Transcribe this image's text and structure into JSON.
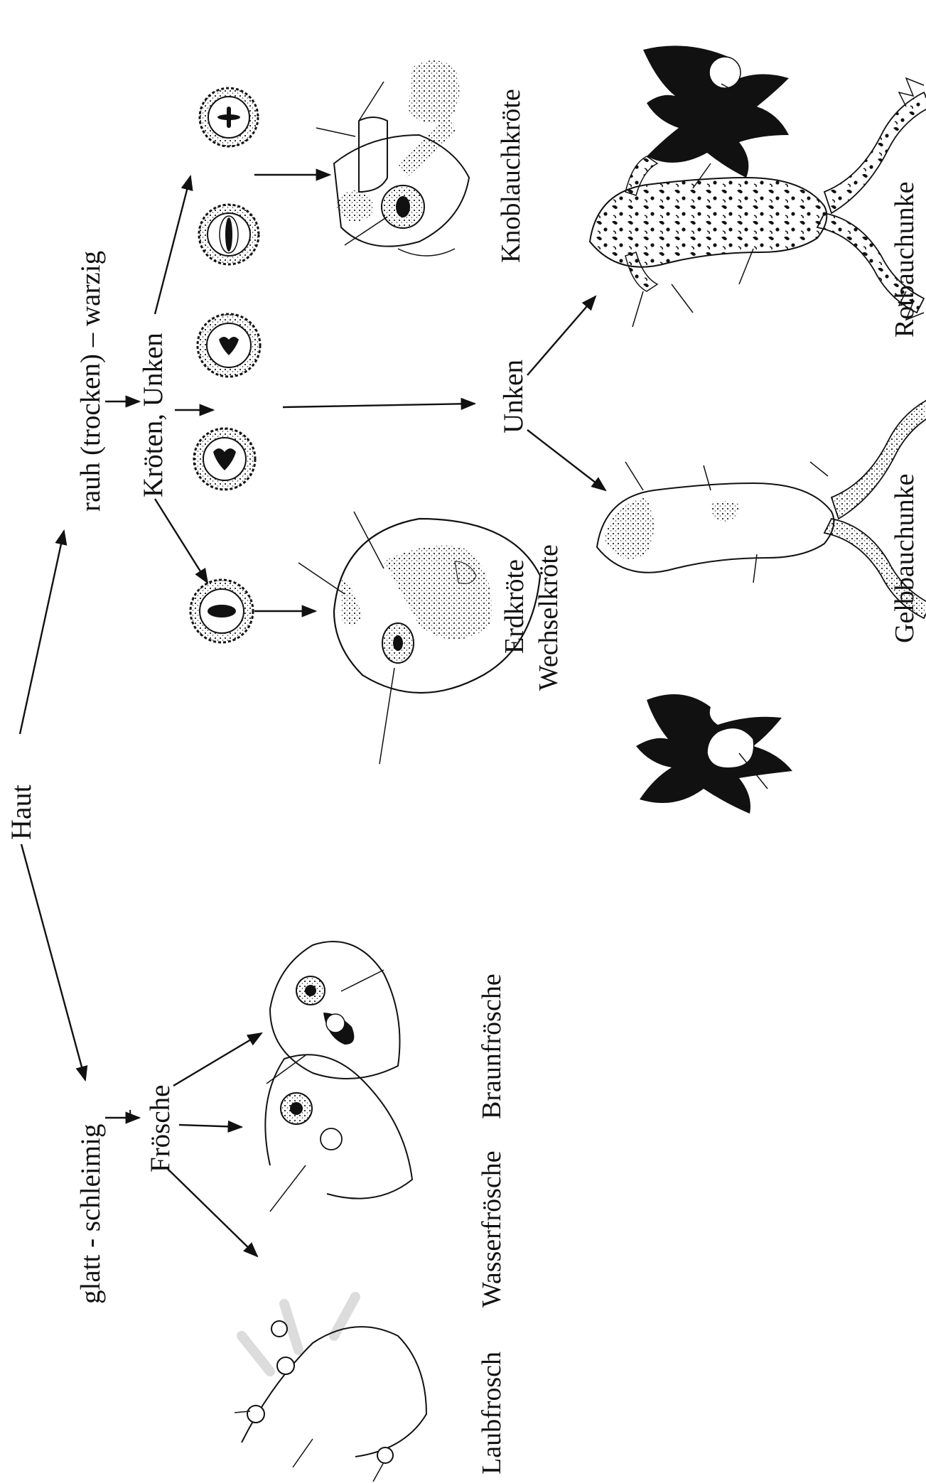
{
  "labels": {
    "haut": "Haut",
    "rauh": "rauh (trocken) – warzig",
    "glatt": "glatt - schleimig",
    "kroeten_unken": "Kröten, Unken",
    "unken": "Unken",
    "froesche": "Frösche",
    "knoblauchkroete": "Knoblauchkröte",
    "erdkroete": "Erdkröte",
    "wechselkroete": "Wechselkröte",
    "rotbauchunke": "Rotbauchunke",
    "gelbbauchunke": "Gelbbauchunke",
    "laubfrosch": "Laubfrosch",
    "wasserfroesche": "Wasserfrösche",
    "braunfroesche": "Braunfrösche"
  }
}
